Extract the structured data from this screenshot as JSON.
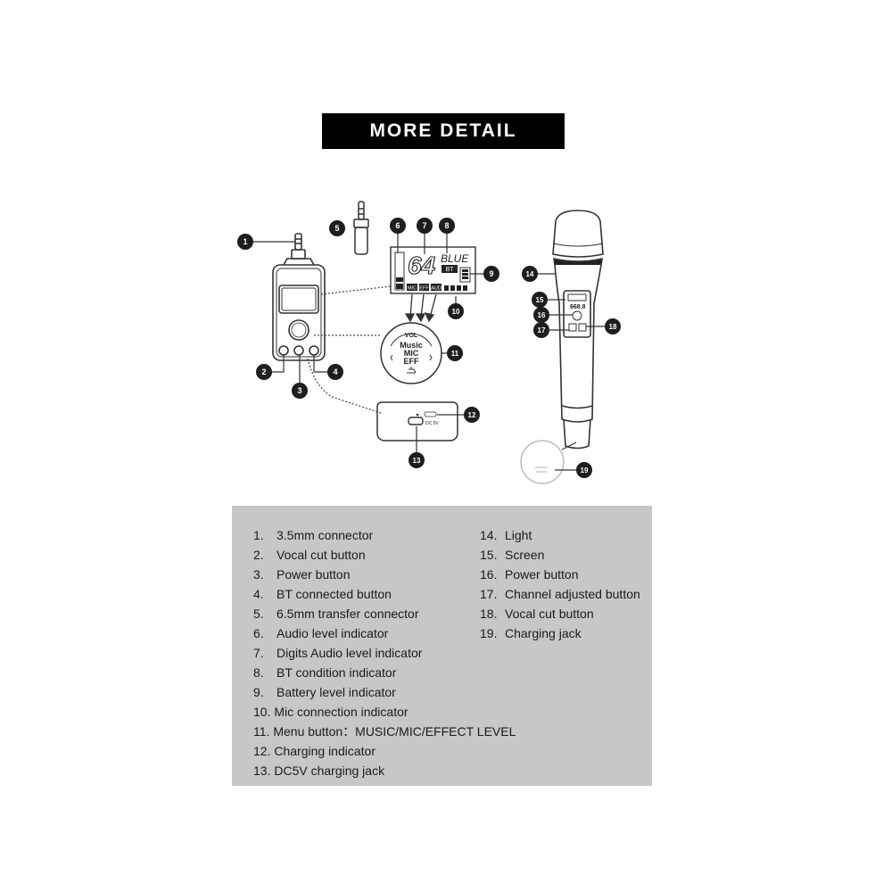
{
  "title": "MORE DETAIL",
  "callouts": [
    "1",
    "2",
    "3",
    "4",
    "5",
    "6",
    "7",
    "8",
    "9",
    "10",
    "11",
    "12",
    "13",
    "14",
    "15",
    "16",
    "17",
    "18",
    "19"
  ],
  "device_text": {
    "lcd_digits": "64",
    "lcd_blue": "BLUE",
    "lcd_bt": "BT",
    "lcd_tags": [
      "MIC",
      "EFF",
      "AUD"
    ],
    "menu_vol": "VOL",
    "menu_music": "Music",
    "menu_mic": "MIC",
    "menu_eff": "EFF",
    "dc_label": "DC 5V",
    "mic_screen_digits": "668.8"
  },
  "legend": {
    "left": [
      {
        "num": "1.",
        "text": "3.5mm connector"
      },
      {
        "num": "2.",
        "text": "Vocal cut button"
      },
      {
        "num": "3.",
        "text": "Power button"
      },
      {
        "num": "4.",
        "text": "BT connected button"
      },
      {
        "num": "5.",
        "text": "6.5mm transfer connector"
      },
      {
        "num": "6.",
        "text": "Audio level indicator"
      },
      {
        "num": "7.",
        "text": "Digits Audio level indicator"
      },
      {
        "num": "8.",
        "text": "BT condition indicator"
      },
      {
        "num": "9.",
        "text": "Battery level indicator"
      },
      {
        "num": "10.",
        "text": "Mic connection indicator"
      },
      {
        "num": "11.",
        "text": "Menu button：MUSIC/MIC/EFFECT LEVEL"
      },
      {
        "num": "12.",
        "text": "Charging indicator"
      },
      {
        "num": "13.",
        "text": "DC5V charging jack"
      }
    ],
    "right": [
      {
        "num": "14.",
        "text": "Light"
      },
      {
        "num": "15.",
        "text": "Screen"
      },
      {
        "num": "16.",
        "text": "Power button"
      },
      {
        "num": "17.",
        "text": "Channel adjusted button"
      },
      {
        "num": "18.",
        "text": "Vocal cut button"
      },
      {
        "num": "19.",
        "text": "Charging jack"
      }
    ]
  }
}
